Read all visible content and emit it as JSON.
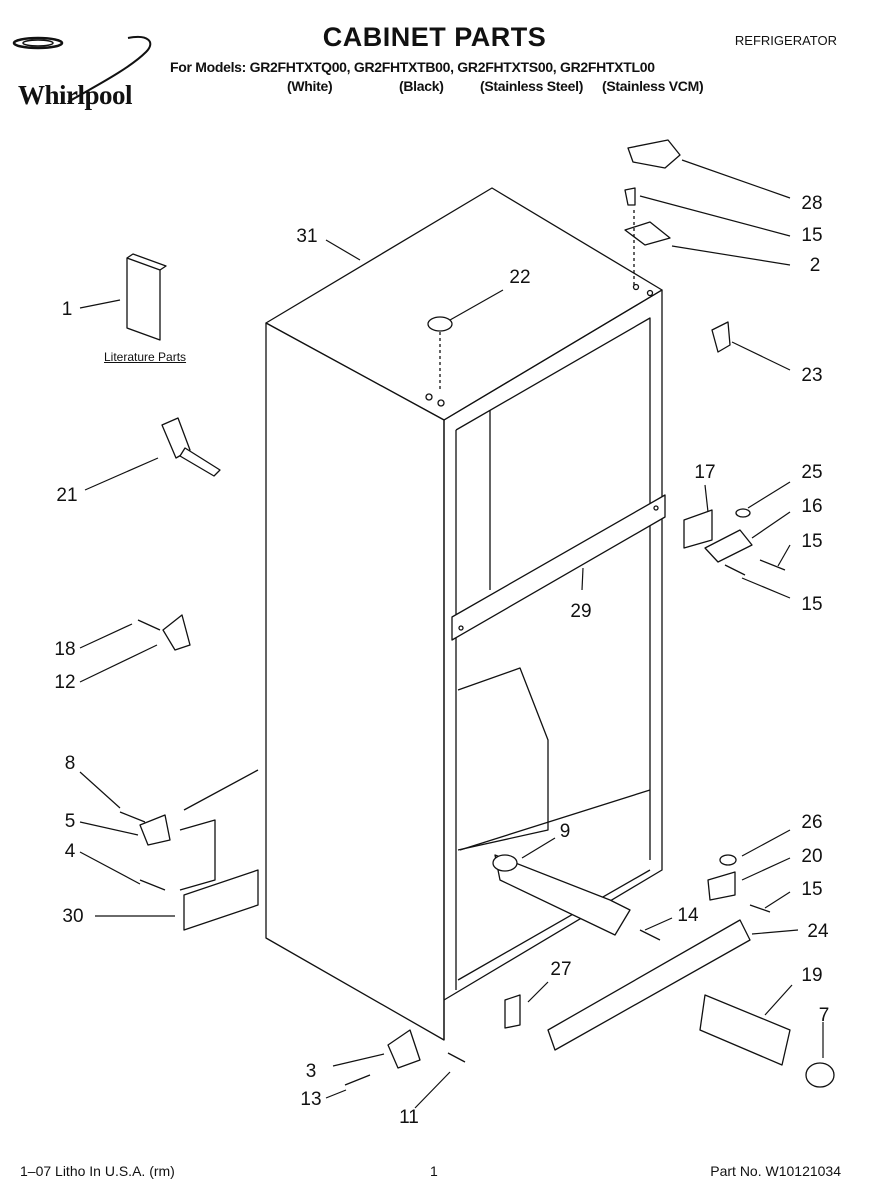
{
  "header": {
    "title": "CABINET PARTS",
    "doc_type": "REFRIGERATOR",
    "brand_logo": "Whirlpool",
    "models_line": "For Models: GR2FHTXTQ00, GR2FHTXTB00, GR2FHTXTS00, GR2FHTXTL00",
    "finishes": [
      "(White)",
      "(Black)",
      "(Stainless Steel)",
      "(Stainless VCM)"
    ]
  },
  "diagram": {
    "literature_label": "Literature Parts",
    "callouts": {
      "c1": "1",
      "c2": "2",
      "c3": "3",
      "c4": "4",
      "c5": "5",
      "c7": "7",
      "c8": "8",
      "c9": "9",
      "c11": "11",
      "c12": "12",
      "c13": "13",
      "c14": "14",
      "c15a": "15",
      "c15b": "15",
      "c15c": "15",
      "c15d": "15",
      "c16": "16",
      "c17": "17",
      "c18": "18",
      "c19": "19",
      "c20": "20",
      "c21": "21",
      "c22": "22",
      "c23": "23",
      "c24": "24",
      "c25": "25",
      "c26": "26",
      "c27": "27",
      "c28": "28",
      "c29": "29",
      "c30": "30",
      "c31": "31"
    }
  },
  "footer": {
    "left": "1–07 Litho In U.S.A. (rm)",
    "page": "1",
    "part_no": "Part No. W10121034"
  }
}
